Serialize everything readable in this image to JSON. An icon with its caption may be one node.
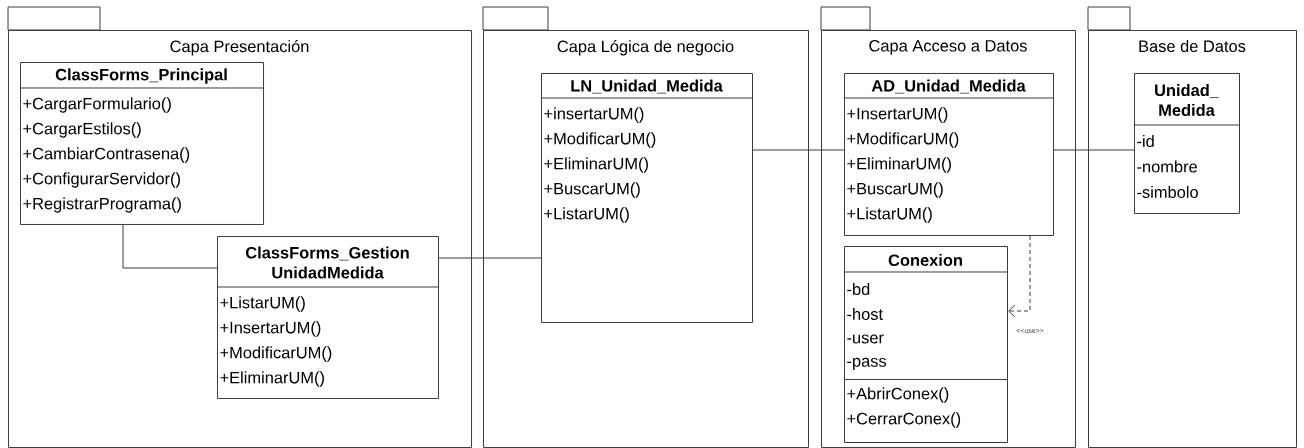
{
  "diagram": {
    "nodes": [
      {
        "text": [
          "Capa Presentación"
        ]
      },
      {
        "text": [
          "ClassForms_Principal",
          "+CargarFormulario()",
          "+CargarEstilos()",
          "+CambiarContrasena()",
          "+ConfigurarServidor()",
          "+RegistrarPrograma()"
        ],
        "in": 0
      },
      {
        "text": [
          "ClassForms_Gestion UnidadMedida",
          "+ListarUM()",
          "+InsertarUM()",
          "+ModificarUM()",
          "+EliminarUM()"
        ],
        "in": 0
      },
      {
        "text": [
          "Capa Lógica de negocio"
        ]
      },
      {
        "text": [
          "LN_Unidad_Medida",
          "+insertarUM()",
          "+ModificarUM()",
          "+EliminarUM()",
          "+BuscarUM()",
          "+ListarUM()"
        ],
        "in": 3
      },
      {
        "text": [
          "Capa Acceso a Datos"
        ]
      },
      {
        "text": [
          "AD_Unidad_Medida",
          "+InsertarUM()",
          "+ModificarUM()",
          "+EliminarUM()",
          "+BuscarUM()",
          "+ListarUM()"
        ],
        "in": 5
      },
      {
        "text": [
          "Conexion",
          "-bd",
          "-host",
          "-user",
          "-pass",
          "+AbrirConex()",
          "+CerrarConex()"
        ],
        "in": 5
      },
      {
        "text": [
          "Base de Datos"
        ]
      },
      {
        "text": [
          "Unidad_ Medida",
          "-id",
          "-nombre",
          "-simbolo"
        ],
        "in": 8
      }
    ],
    "edges": [
      {
        "from": 1,
        "to": 2,
        "arrow": "none"
      },
      {
        "from": 2,
        "to": 4,
        "arrow": "none"
      },
      {
        "from": 4,
        "to": 6,
        "arrow": "none"
      },
      {
        "from": 6,
        "to": 9,
        "arrow": "none"
      },
      {
        "from": 6,
        "to": 7,
        "arrow": "to",
        "style": "dashed",
        "label": "<<use>>"
      }
    ]
  }
}
